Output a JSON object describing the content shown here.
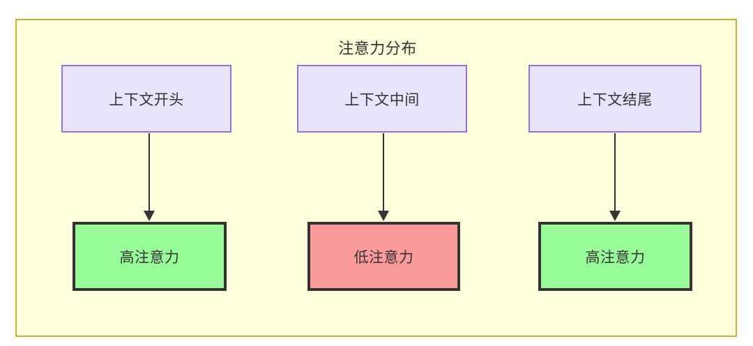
{
  "diagram": {
    "title": "注意力分布",
    "frame": {
      "fill": "#ffffdd",
      "border": "#bfb52c"
    },
    "colors": {
      "source_fill": "#e8e4fc",
      "source_border": "#9673da",
      "high_fill": "#97fb98",
      "low_fill": "#fa9a9a",
      "node_border": "#333333",
      "text": "#333333",
      "edge": "#333333"
    },
    "source_nodes": [
      {
        "id": "node-start",
        "label": "上下文开头"
      },
      {
        "id": "node-middle",
        "label": "上下文中间"
      },
      {
        "id": "node-end",
        "label": "上下文结尾"
      }
    ],
    "result_nodes": [
      {
        "id": "node-high-start",
        "label": "高注意力",
        "level": "high"
      },
      {
        "id": "node-low-middle",
        "label": "低注意力",
        "level": "low"
      },
      {
        "id": "node-high-end",
        "label": "高注意力",
        "level": "high"
      }
    ],
    "edges": [
      {
        "from": "上下文开头",
        "to": "高注意力",
        "arrow": "down"
      },
      {
        "from": "上下文中间",
        "to": "低注意力",
        "arrow": "down"
      },
      {
        "from": "上下文结尾",
        "to": "高注意力",
        "arrow": "down"
      }
    ]
  }
}
